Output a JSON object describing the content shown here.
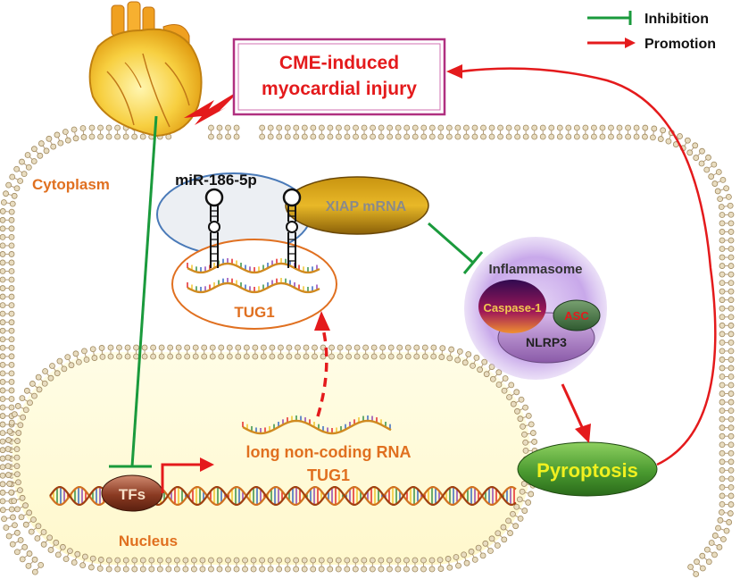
{
  "legend": {
    "inhibition_label": "Inhibition",
    "promotion_label": "Promotion",
    "inhibition_color": "#1a9a3c",
    "promotion_color": "#e41a1c"
  },
  "title_box": {
    "line1": "CME-induced",
    "line2": "myocardial injury"
  },
  "compartments": {
    "cytoplasm": "Cytoplasm",
    "nucleus": "Nucleus"
  },
  "molecules": {
    "mirna": "miR-186-5p",
    "xiap": "XIAP mRNA",
    "tug1": "TUG1",
    "inflammasome": "Inflammasome",
    "caspase": "Caspase-1",
    "asc": "ASC",
    "nlrp3": "NLRP3",
    "tfs": "TFs",
    "lncrna_line1": "long non-coding RNA",
    "lncrna_line2": "TUG1",
    "pyroptosis": "Pyroptosis"
  },
  "icons": [
    "heart-icon",
    "lightning-bolt-icon",
    "dna-helix-icon",
    "rna-hairpin-icon",
    "lipid-bilayer-membrane"
  ],
  "colors": {
    "label_orange": "#e07020",
    "title_red": "#e41a1c",
    "title_box_border": "#b03080",
    "pyroptosis_text": "#f0f020"
  }
}
